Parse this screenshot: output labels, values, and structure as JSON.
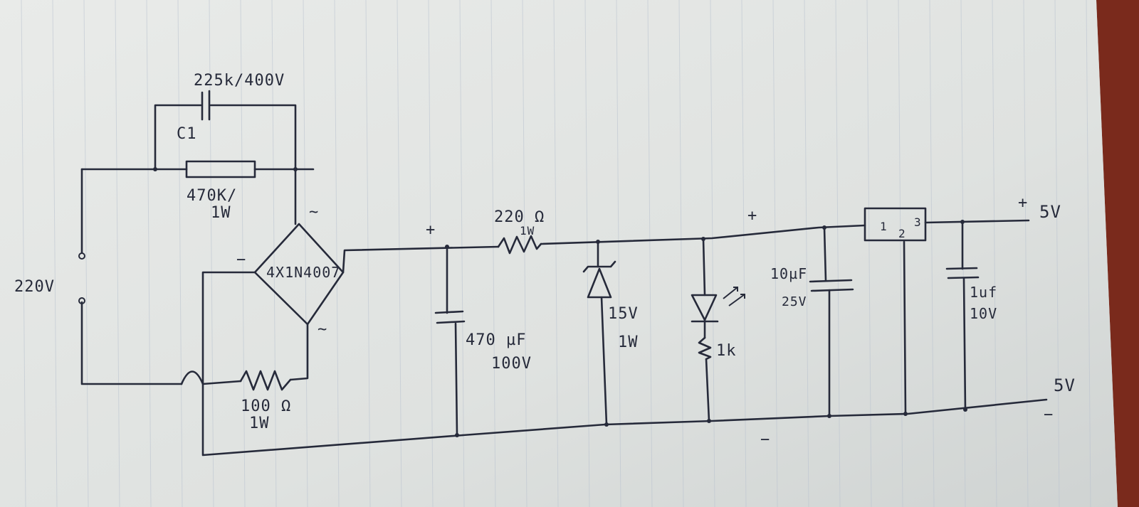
{
  "labels": {
    "c1_value": "225k/400V",
    "c1_name": "C1",
    "r1_value": "470K/",
    "r1_power": "1W",
    "supply": "220V",
    "bridge": "4X1N4007",
    "bridge_ac_top": "~",
    "bridge_ac_bottom": "~",
    "bridge_minus": "−",
    "r_bottom_value": "100 Ω",
    "r_bottom_power": "1W",
    "cap_big_plus": "+",
    "cap_big_value": "470 µF",
    "cap_big_voltage": "100V",
    "r_series_value": "220 Ω",
    "r_series_power": "1W",
    "zener_value": "15V",
    "zener_power": "1W",
    "led_resistor": "1k",
    "rail_plus": "+",
    "rail_minus": "−",
    "cap_mid_value": "10µF",
    "cap_mid_voltage": "25V",
    "reg_pin1": "1",
    "reg_pin2": "2",
    "reg_pin3": "3",
    "cap_out_value": "1uf",
    "cap_out_voltage": "10V",
    "out_plus_sign": "+",
    "out_plus": "5V",
    "out_minus": "5V",
    "out_minus_sign": "−"
  },
  "colors": {
    "ink": "#262a3a",
    "paper": "#e4e6e4",
    "grid": "#b9c2cf",
    "background_edge": "#7a2a1c"
  }
}
